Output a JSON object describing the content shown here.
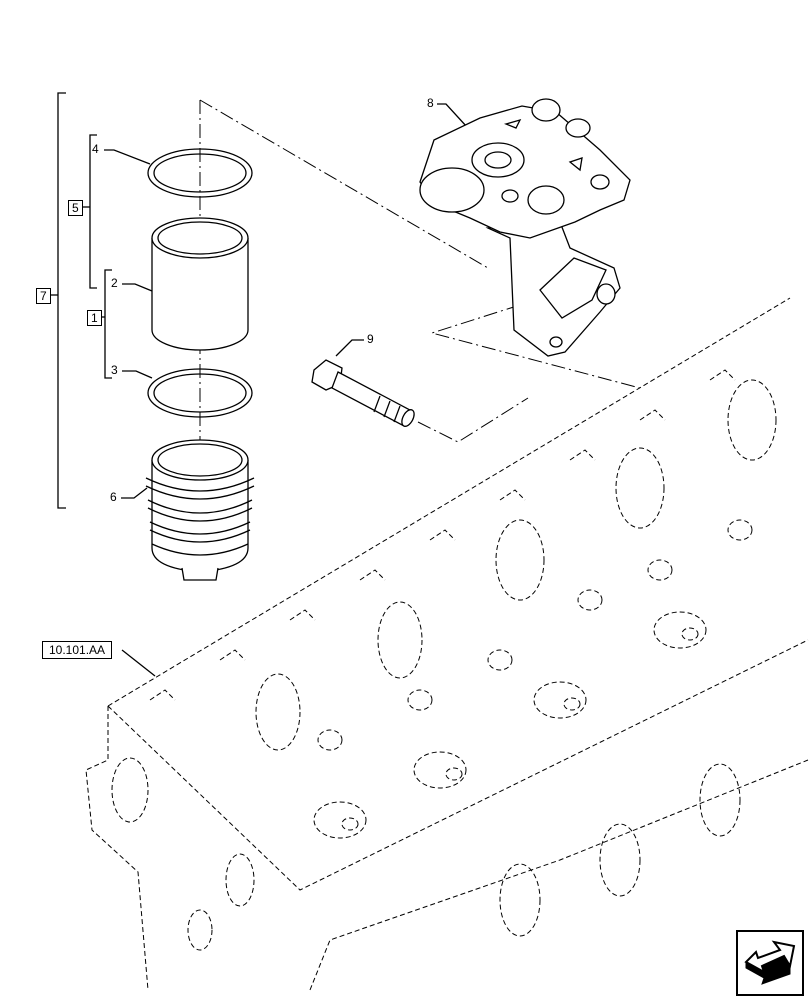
{
  "callouts": {
    "c1": "1",
    "c2": "2",
    "c3": "3",
    "c4": "4",
    "c5": "5",
    "c6": "6",
    "c7": "7",
    "c8": "8",
    "c9": "9"
  },
  "reference": {
    "label": "10.101.AA"
  },
  "navigation": {
    "icon": "next-page-arrow-icon"
  }
}
